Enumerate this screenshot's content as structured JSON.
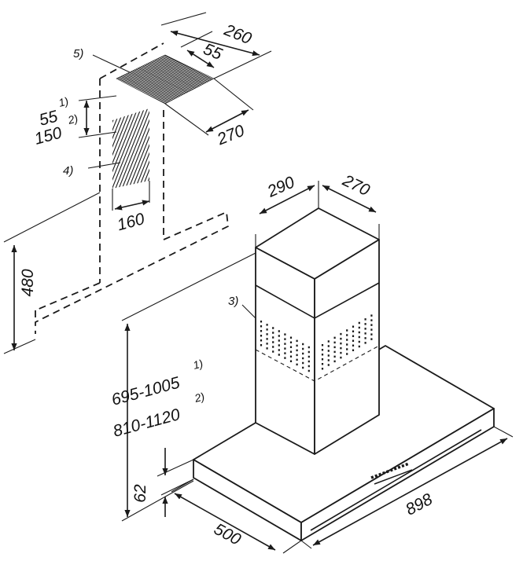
{
  "dimensions": {
    "vent_width": "260",
    "vent_offset": "55",
    "vent_depth": "270",
    "wall_offset_a": "55",
    "wall_offset_a_note": "1)",
    "wall_offset_b": "150",
    "wall_offset_b_note": "2)",
    "wall_grill_width": "160",
    "bracket_height": "480",
    "chimney_width": "290",
    "chimney_depth": "270",
    "height_range_a": "695-1005",
    "height_range_a_note": "1)",
    "height_range_b": "810-1120",
    "height_range_b_note": "2)",
    "hood_thickness": "62",
    "hood_depth": "500",
    "hood_width": "898"
  },
  "callouts": {
    "ceiling_vent": "5)",
    "wall_vent": "4)",
    "chimney_grill": "3)"
  }
}
